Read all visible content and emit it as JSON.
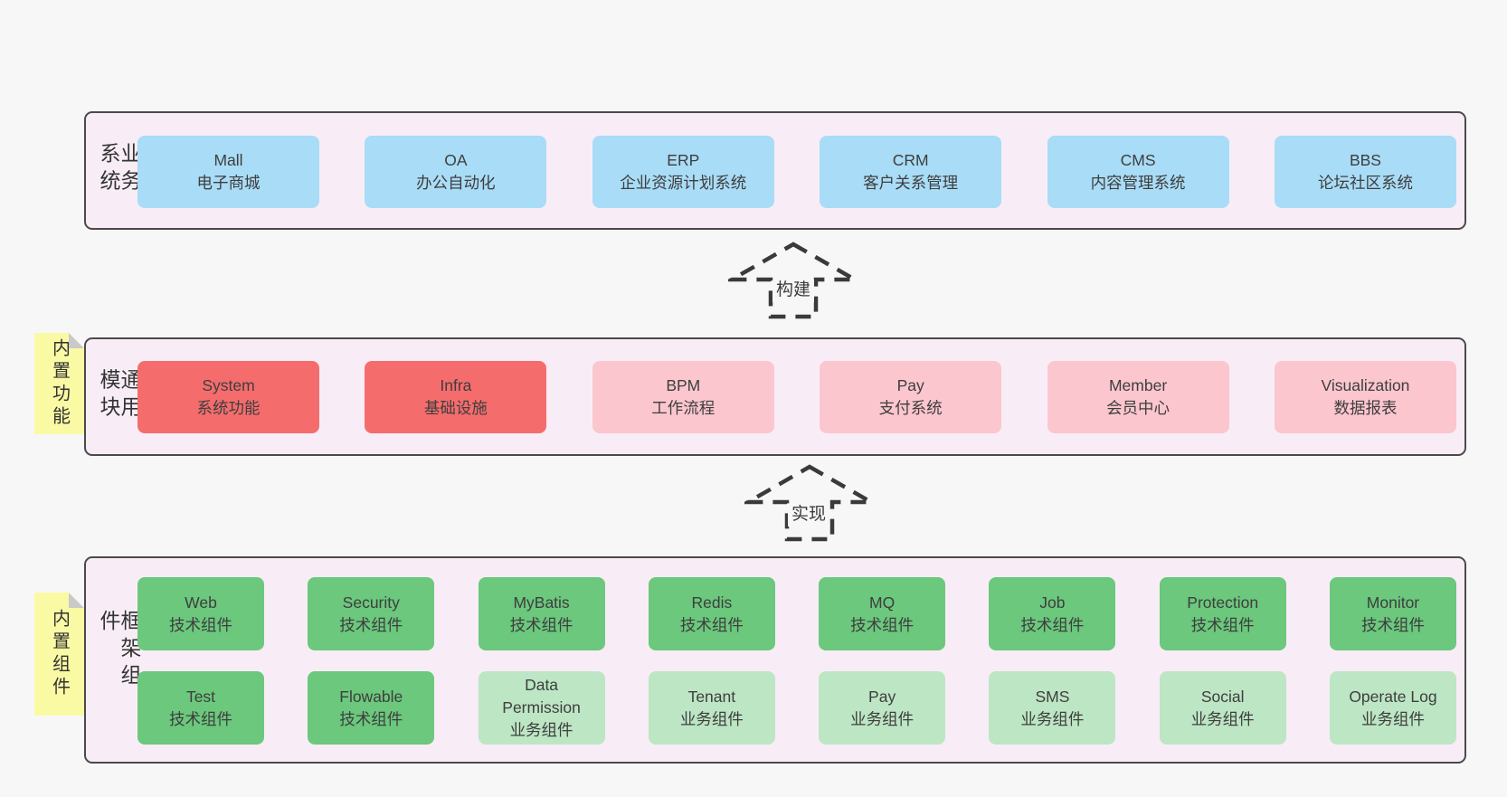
{
  "colors": {
    "page_bg": "#f7f7f7",
    "panel_bg": "#f8edf6",
    "panel_border": "#4a4a4a",
    "blue_box": "#a9dcf6",
    "red_box": "#f56c6c",
    "pink_box": "#fcc6ce",
    "green_box": "#6bc87d",
    "light_green_box": "#bde6c4",
    "sticky_yellow": "#fafaa5",
    "sticky_fold_gray": "#c9c9c9",
    "text": "#3e3e3e"
  },
  "arrows": {
    "build": "构建",
    "implement": "实现"
  },
  "bands": {
    "business": {
      "label": "业务系统",
      "boxes": [
        {
          "title": "Mall",
          "subtitle": "电子商城"
        },
        {
          "title": "OA",
          "subtitle": "办公自动化"
        },
        {
          "title": "ERP",
          "subtitle": "企业资源计划系统"
        },
        {
          "title": "CRM",
          "subtitle": "客户关系管理"
        },
        {
          "title": "CMS",
          "subtitle": "内容管理系统"
        },
        {
          "title": "BBS",
          "subtitle": "论坛社区系统"
        }
      ]
    },
    "modules": {
      "label": "通用模块",
      "sticky": "内置功能",
      "boxes": [
        {
          "title": "System",
          "subtitle": "系统功能"
        },
        {
          "title": "Infra",
          "subtitle": "基础设施"
        },
        {
          "title": "BPM",
          "subtitle": "工作流程"
        },
        {
          "title": "Pay",
          "subtitle": "支付系统"
        },
        {
          "title": "Member",
          "subtitle": "会员中心"
        },
        {
          "title": "Visualization",
          "subtitle": "数据报表"
        }
      ]
    },
    "framework": {
      "label": "框架组件",
      "sticky": "内置组件",
      "row1": [
        {
          "title": "Web",
          "subtitle": "技术组件"
        },
        {
          "title": "Security",
          "subtitle": "技术组件"
        },
        {
          "title": "MyBatis",
          "subtitle": "技术组件"
        },
        {
          "title": "Redis",
          "subtitle": "技术组件"
        },
        {
          "title": "MQ",
          "subtitle": "技术组件"
        },
        {
          "title": "Job",
          "subtitle": "技术组件"
        },
        {
          "title": "Protection",
          "subtitle": "技术组件"
        },
        {
          "title": "Monitor",
          "subtitle": "技术组件"
        }
      ],
      "row2": [
        {
          "title": "Test",
          "subtitle": "技术组件"
        },
        {
          "title": "Flowable",
          "subtitle": "技术组件"
        },
        {
          "title": "Data Permission",
          "subtitle": "业务组件"
        },
        {
          "title": "Tenant",
          "subtitle": "业务组件"
        },
        {
          "title": "Pay",
          "subtitle": "业务组件"
        },
        {
          "title": "SMS",
          "subtitle": "业务组件"
        },
        {
          "title": "Social",
          "subtitle": "业务组件"
        },
        {
          "title": "Operate Log",
          "subtitle": "业务组件"
        }
      ]
    }
  }
}
